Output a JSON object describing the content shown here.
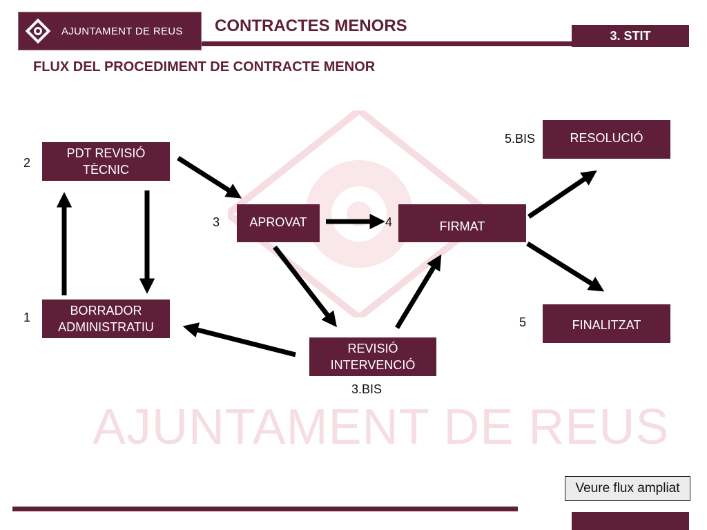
{
  "header": {
    "org_name": "AJUNTAMENT DE REUS",
    "title": "CONTRACTES MENORS",
    "section": "3. STIT"
  },
  "subtitle": "FLUX DEL PROCEDIMENT DE CONTRACTE MENOR",
  "watermark": "AJUNTAMENT DE REUS",
  "nodes": {
    "borrador": "BORRADOR\nADMINISTRATIU",
    "pdt_revisio": "PDT REVISIÓ\nTÈCNIC",
    "aprovat": "APROVAT",
    "revisio_intervencio": "REVISIÓ\nINTERVENCIÓ",
    "firmat": "FIRMAT",
    "resolucio": "RESOLUCIÓ",
    "finalitzat": "FINALITZAT"
  },
  "step_labels": {
    "s1": "1",
    "s2": "2",
    "s3": "3",
    "s3bis": "3.BIS",
    "s4": "4",
    "s5": "5",
    "s5bis": "5.BIS"
  },
  "view_button": "Veure flux ampliat",
  "colors": {
    "brand": "#5f1f38",
    "watermark": "#f5dde2",
    "arrow": "#000000"
  }
}
